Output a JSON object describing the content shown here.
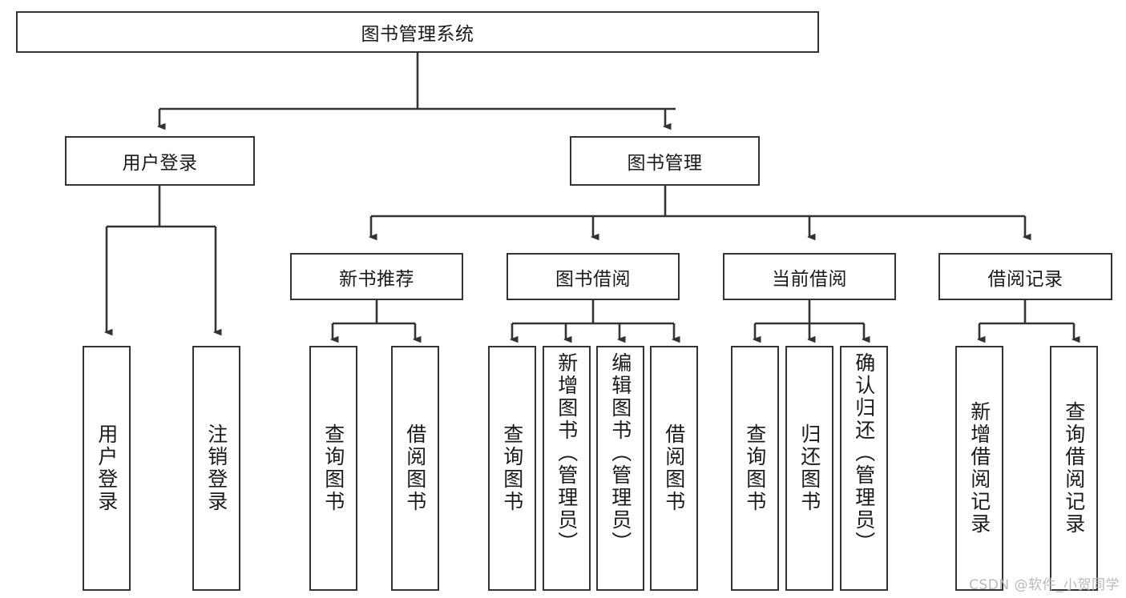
{
  "diagram": {
    "title": "图书管理系统",
    "type": "tree",
    "watermark": "CSDN @软件_小贺同学",
    "colors": {
      "box_border": "#333333",
      "box_fill": "#ffffff",
      "edge": "#333333",
      "text": "#1a1a1a",
      "watermark": "#b9b9b9",
      "background": "#ffffff"
    },
    "levels": {
      "root": "图书管理系统",
      "level2": [
        "用户登录",
        "图书管理"
      ],
      "level3": [
        "新书推荐",
        "图书借阅",
        "当前借阅",
        "借阅记录"
      ]
    },
    "nodes": {
      "root": {
        "label": "图书管理系统",
        "orientation": "horizontal"
      },
      "user_login": {
        "label": "用户登录",
        "orientation": "horizontal"
      },
      "book_manage": {
        "label": "图书管理",
        "orientation": "horizontal"
      },
      "new_book_rec": {
        "label": "新书推荐",
        "orientation": "horizontal"
      },
      "book_borrow": {
        "label": "图书借阅",
        "orientation": "horizontal"
      },
      "current_borrow": {
        "label": "当前借阅",
        "orientation": "horizontal"
      },
      "borrow_record": {
        "label": "借阅记录",
        "orientation": "horizontal"
      },
      "leaf_user_login": {
        "label": "用户登录",
        "orientation": "vertical"
      },
      "leaf_logout": {
        "label": "注销登录",
        "orientation": "vertical"
      },
      "leaf_query_book_1": {
        "label": "查询图书",
        "orientation": "vertical"
      },
      "leaf_borrow_book_1": {
        "label": "借阅图书",
        "orientation": "vertical"
      },
      "leaf_query_book_2": {
        "label": "查询图书",
        "orientation": "vertical"
      },
      "leaf_add_book": {
        "label": "新增图书（管理员）",
        "orientation": "vertical"
      },
      "leaf_edit_book": {
        "label": "编辑图书（管理员）",
        "orientation": "vertical"
      },
      "leaf_borrow_book_2": {
        "label": "借阅图书",
        "orientation": "vertical"
      },
      "leaf_query_book_3": {
        "label": "查询图书",
        "orientation": "vertical"
      },
      "leaf_return_book": {
        "label": "归还图书",
        "orientation": "vertical"
      },
      "leaf_confirm_return": {
        "label": "确认归还（管理员）",
        "orientation": "vertical"
      },
      "leaf_add_record": {
        "label": "新增借阅记录",
        "orientation": "vertical"
      },
      "leaf_query_record": {
        "label": "查询借阅记录",
        "orientation": "vertical"
      }
    },
    "edges": [
      {
        "from": "root",
        "to": "user_login"
      },
      {
        "from": "root",
        "to": "book_manage"
      },
      {
        "from": "user_login",
        "to": "leaf_user_login"
      },
      {
        "from": "user_login",
        "to": "leaf_logout"
      },
      {
        "from": "book_manage",
        "to": "new_book_rec"
      },
      {
        "from": "book_manage",
        "to": "book_borrow"
      },
      {
        "from": "book_manage",
        "to": "current_borrow"
      },
      {
        "from": "book_manage",
        "to": "borrow_record"
      },
      {
        "from": "new_book_rec",
        "to": "leaf_query_book_1"
      },
      {
        "from": "new_book_rec",
        "to": "leaf_borrow_book_1"
      },
      {
        "from": "book_borrow",
        "to": "leaf_query_book_2"
      },
      {
        "from": "book_borrow",
        "to": "leaf_add_book"
      },
      {
        "from": "book_borrow",
        "to": "leaf_edit_book"
      },
      {
        "from": "book_borrow",
        "to": "leaf_borrow_book_2"
      },
      {
        "from": "current_borrow",
        "to": "leaf_query_book_3"
      },
      {
        "from": "current_borrow",
        "to": "leaf_return_book"
      },
      {
        "from": "current_borrow",
        "to": "leaf_confirm_return"
      },
      {
        "from": "borrow_record",
        "to": "leaf_add_record"
      },
      {
        "from": "borrow_record",
        "to": "leaf_query_record"
      }
    ]
  }
}
